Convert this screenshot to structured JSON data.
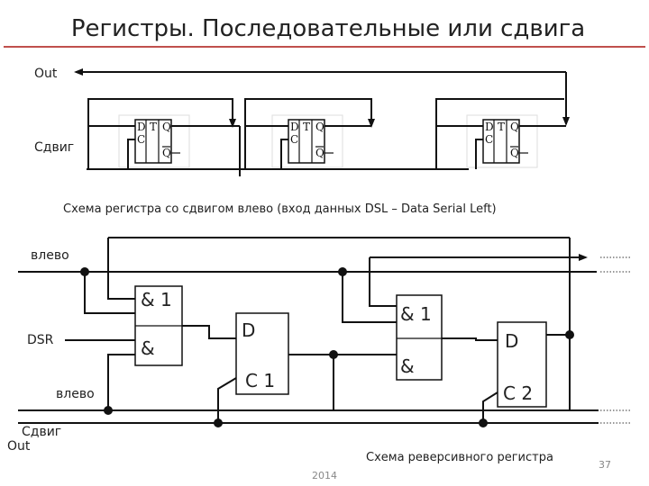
{
  "title": "Регистры. Последовательные или сдвига",
  "top_diagram": {
    "out_label": "Out",
    "shift_label": "Сдвиг",
    "flipflop": {
      "d": "D",
      "t": "T",
      "q": "Q",
      "c": "C",
      "qbar": "Q"
    },
    "caption": "Схема регистра со сдвигом влево (вход данных DSL – Data Serial Left)"
  },
  "bottom_diagram": {
    "left_top_label": "влево",
    "dsr_label": "DSR",
    "left_bottom_label": "влево",
    "shift_label": "Сдвиг",
    "out_label": "Out",
    "gate1_and1": "& 1",
    "gate1_and2": "&",
    "gate2_and1": "& 1",
    "gate2_and2": "&",
    "trigger1_d": "D",
    "trigger1_c": "C 1",
    "trigger2_d": "D",
    "trigger2_c": "C 2",
    "caption": "Схема реверсивного регистра"
  },
  "footer": {
    "year": "2014",
    "page_number": "37"
  },
  "colors": {
    "accent": "#c0504d",
    "ink": "#111111"
  }
}
